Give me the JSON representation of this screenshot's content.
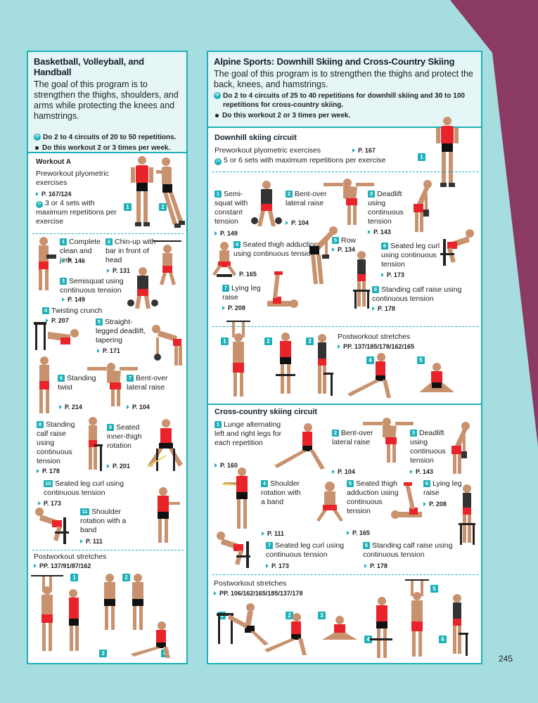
{
  "page_number": "245",
  "colors": {
    "background": "#a6dde0",
    "accent": "#1eb0b8",
    "corner": "#8a3a63",
    "shirt": "#e8232a"
  },
  "left": {
    "title": "Basketball, Volleyball, and Handball",
    "intro": "The goal of this program is to strengthen the thighs, shoulders, and arms while protecting the knees and hamstrings.",
    "bullet1": "Do 2 to 4 circuits of 20 to 50 repetitions.",
    "bullet2": "Do this workout 2 or 3 times per week.",
    "workout_title": "Workout A",
    "preworkout": "Preworkout plyometric exercises",
    "preworkout_ref": "P. 167/124",
    "preworkout_sets": "3 or 4 sets with maximum repetitions per exercise",
    "exercises": [
      {
        "n": "1",
        "label": "Complete clean and jerk",
        "ref": "P. 146"
      },
      {
        "n": "2",
        "label": "Chin-up with bar in front of head",
        "ref": "P. 131"
      },
      {
        "n": "3",
        "label": "Semisquat using continuous tension",
        "ref": "P. 149"
      },
      {
        "n": "4",
        "label": "Twisting crunch",
        "ref": "P. 207"
      },
      {
        "n": "5",
        "label": "Straight-legged deadlift, tapering",
        "ref": "P. 171"
      },
      {
        "n": "6",
        "label": "Standing twist",
        "ref": "P. 214"
      },
      {
        "n": "7",
        "label": "Bent-over lateral raise",
        "ref": "P. 104"
      },
      {
        "n": "8",
        "label": "Standing calf raise using continuous tension",
        "ref": "P. 178"
      },
      {
        "n": "9",
        "label": "Seated inner-thigh rotation",
        "ref": "P. 201"
      },
      {
        "n": "10",
        "label": "Seated leg curl using continuous tension",
        "ref": "P. 173"
      },
      {
        "n": "11",
        "label": "Shoulder rotation with a band",
        "ref": "P. 111"
      }
    ],
    "post_title": "Postworkout stretches",
    "post_ref": "PP. 137/91/87/162"
  },
  "right": {
    "title": "Alpine Sports: Downhill Skiing and Cross-Country Skiing",
    "intro": "The goal of this program is to strengthen the thighs and protect the back, knees, and hamstrings.",
    "bullet1": "Do 2 to 4 circuits of 25 to 40 repetitions for downhill skiing and 30 to 100 repetitions for cross-country skiing.",
    "bullet2": "Do this workout 2 or 3 times per week.",
    "downhill": {
      "title": "Downhill skiing circuit",
      "preworkout": "Preworkout plyometric exercises",
      "preworkout_ref": "P. 167",
      "sets": "5 or 6 sets with maximum repetitions per exercise",
      "exercises": [
        {
          "n": "1",
          "label": "Semi-squat with constant tension",
          "ref": "P. 149"
        },
        {
          "n": "2",
          "label": "Bent-over lateral raise",
          "ref": "P. 104"
        },
        {
          "n": "3",
          "label": "Deadlift using continuous tension",
          "ref": "P. 143"
        },
        {
          "n": "4",
          "label": "Seated thigh adduction using continuous tension",
          "ref": "P. 165"
        },
        {
          "n": "5",
          "label": "Row",
          "ref": "P. 134"
        },
        {
          "n": "6",
          "label": "Seated leg curl using continuous tension",
          "ref": "P. 173"
        },
        {
          "n": "7",
          "label": "Lying leg raise",
          "ref": "P. 208"
        },
        {
          "n": "8",
          "label": "Standing calf raise using continuous tension",
          "ref": "P. 178"
        }
      ],
      "post_title": "Postworkout stretches",
      "post_ref": "PP. 137/185/178/162/165"
    },
    "cross": {
      "title": "Cross-country skiing circuit",
      "exercises": [
        {
          "n": "1",
          "label": "Lunge alternating left and right legs for each repetition",
          "ref": "P. 160"
        },
        {
          "n": "2",
          "label": "Bent-over lateral raise",
          "ref": "P. 104"
        },
        {
          "n": "3",
          "label": "Deadlift using continuous tension",
          "ref": "P. 143"
        },
        {
          "n": "4",
          "label": "Shoulder rotation with a band",
          "ref": "P. 111"
        },
        {
          "n": "5",
          "label": "Seated thigh adduction using continuous tension",
          "ref": "P. 165"
        },
        {
          "n": "6",
          "label": "Lying leg raise",
          "ref": "P. 208"
        },
        {
          "n": "7",
          "label": "Seated leg curl using continuous tension",
          "ref": "P. 173"
        },
        {
          "n": "8",
          "label": "Standing calf raise using continuous tension",
          "ref": "P. 178"
        }
      ],
      "post_title": "Postworkout stretches",
      "post_ref": "PP. 106/162/165/185/137/178"
    }
  }
}
